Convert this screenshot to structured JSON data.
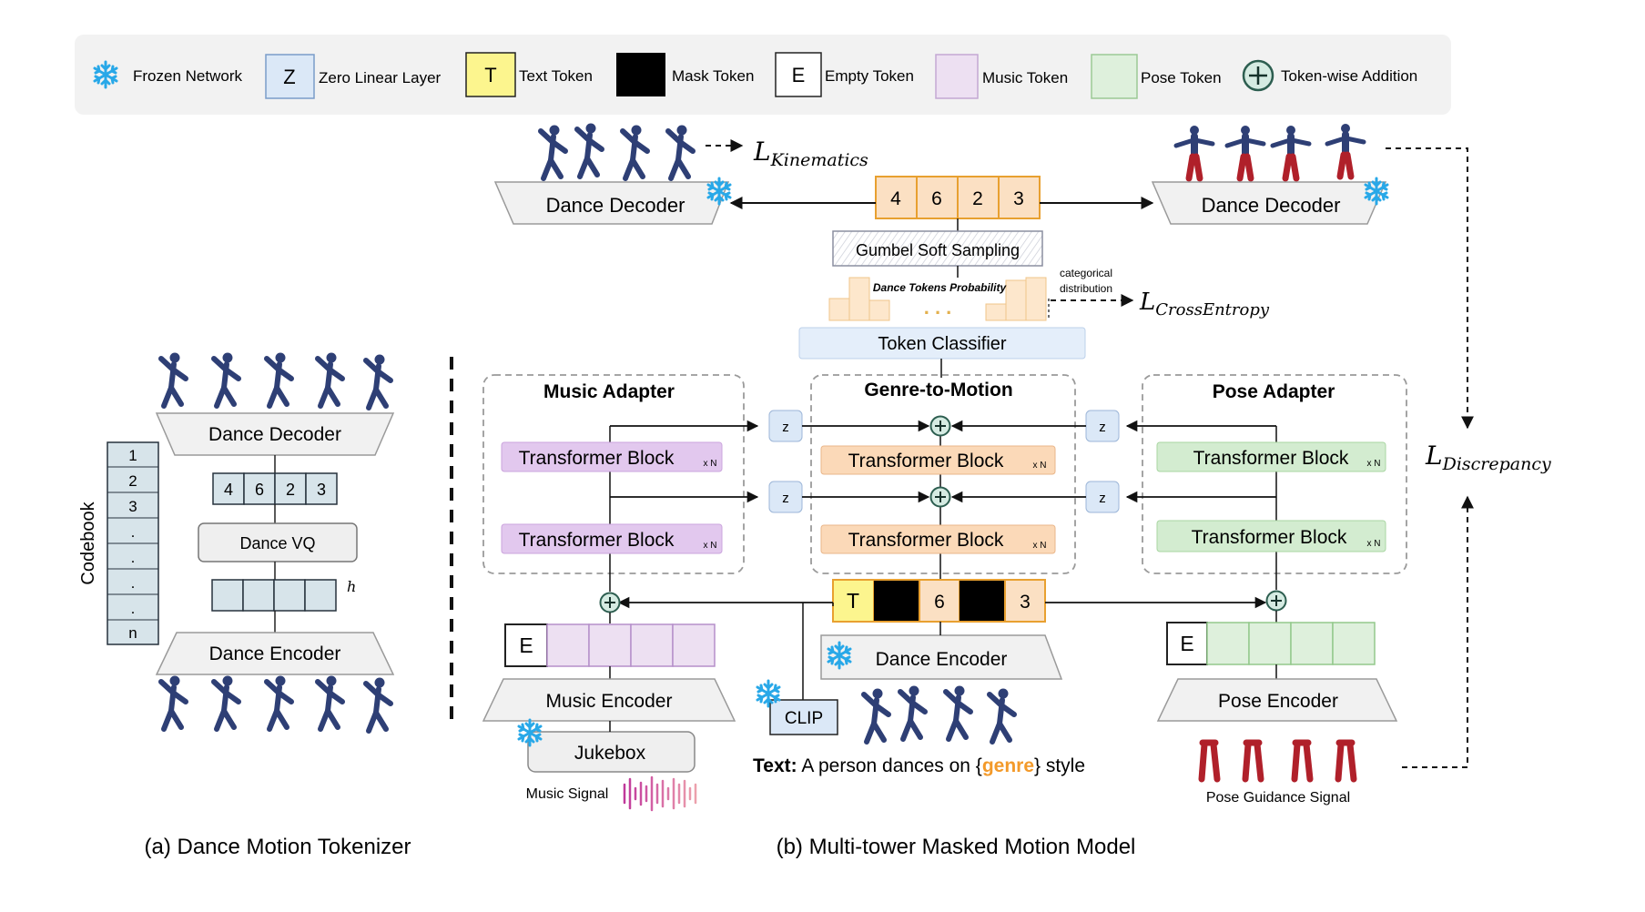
{
  "legend": {
    "frozen": "Frozen Network",
    "zero_glyph": "Z",
    "zero": "Zero Linear Layer",
    "text_glyph": "T",
    "text": "Text Token",
    "mask": "Mask Token",
    "empty_glyph": "E",
    "empty": "Empty Token",
    "music": "Music Token",
    "pose": "Pose Token",
    "add": "Token-wise Addition"
  },
  "colors": {
    "orange_token": "#fbe0c3",
    "orange_border": "#e8a030",
    "purple_block": "#e2c8ee",
    "green_block": "#d3ecd0",
    "blue_layer": "#dbe8f7",
    "yellow_token": "#fcf58e"
  },
  "tokenizer": {
    "codebook_label": "Codebook",
    "codebook_entries": [
      "1",
      "2",
      "3",
      ".",
      ".",
      ".",
      ".",
      "n"
    ],
    "decoder": "Dance Decoder",
    "tokens": [
      "4",
      "6",
      "2",
      "3"
    ],
    "vq": "Dance VQ",
    "h_label": "h",
    "encoder": "Dance Encoder",
    "caption": "(a) Dance Motion Tokenizer"
  },
  "model": {
    "loss_kin_main": "L",
    "loss_kin_sub": "Kinematics",
    "decoder_left": "Dance Decoder",
    "decoder_right": "Dance Decoder",
    "top_tokens": [
      "4",
      "6",
      "2",
      "3"
    ],
    "gumbel": "Gumbel Soft Sampling",
    "prob_label": "Dance Tokens Probability",
    "dots": ". . .",
    "cat_line1": "categorical",
    "cat_line2": "distribution",
    "loss_ce_main": "L",
    "loss_ce_sub": "CrossEntropy",
    "token_classifier": "Token Classifier",
    "music_adapter": "Music Adapter",
    "genre_to_motion": "Genre-to-Motion",
    "pose_adapter": "Pose Adapter",
    "transformer_block": "Transformer Block",
    "xn": "x N",
    "zero_glyph": "z",
    "loss_disc_main": "L",
    "loss_disc_sub": "Discrepancy",
    "seq_text_token": "T",
    "seq_tokens": [
      "6",
      "3"
    ],
    "empty_glyph": "E",
    "dance_encoder": "Dance Encoder",
    "music_encoder": "Music Encoder",
    "pose_encoder": "Pose Encoder",
    "jukebox": "Jukebox",
    "clip": "CLIP",
    "music_signal": "Music Signal",
    "text_prefix": "Text:",
    "text_before": "A person dances on {",
    "text_genre": "genre",
    "text_after": "} style",
    "pose_signal": "Pose Guidance Signal",
    "caption": "(b) Multi-tower Masked Motion Model"
  }
}
